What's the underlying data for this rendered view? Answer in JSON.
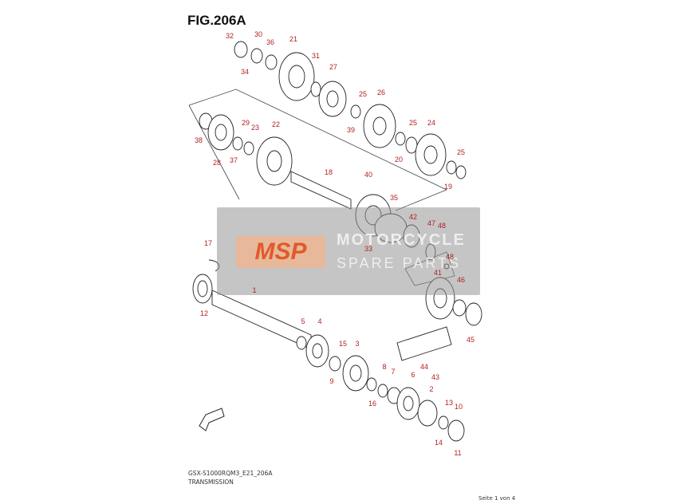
{
  "figure": {
    "title": "FIG.206A",
    "code": "GSX-S1000RQM3_E21_206A",
    "name": "TRANSMISSION",
    "page": "Seite 1 von 4"
  },
  "watermark": {
    "logo": "MSP",
    "line1": "MOTORCYCLE",
    "line2": "SPARE PARTS"
  },
  "callouts": [
    "32",
    "30",
    "36",
    "21",
    "31",
    "27",
    "34",
    "25",
    "26",
    "39",
    "38",
    "29",
    "23",
    "22",
    "28",
    "37",
    "25",
    "24",
    "20",
    "25",
    "19",
    "18",
    "40",
    "35",
    "42",
    "47",
    "48",
    "33",
    "48",
    "17",
    "41",
    "46",
    "1",
    "12",
    "45",
    "5",
    "4",
    "15",
    "3",
    "44",
    "9",
    "8",
    "7",
    "43",
    "6",
    "16",
    "2",
    "13",
    "10",
    "14",
    "11"
  ],
  "colors": {
    "callout": "#b22222",
    "line": "#222222",
    "watermark": "#969696",
    "logo": "#e05a2a"
  }
}
